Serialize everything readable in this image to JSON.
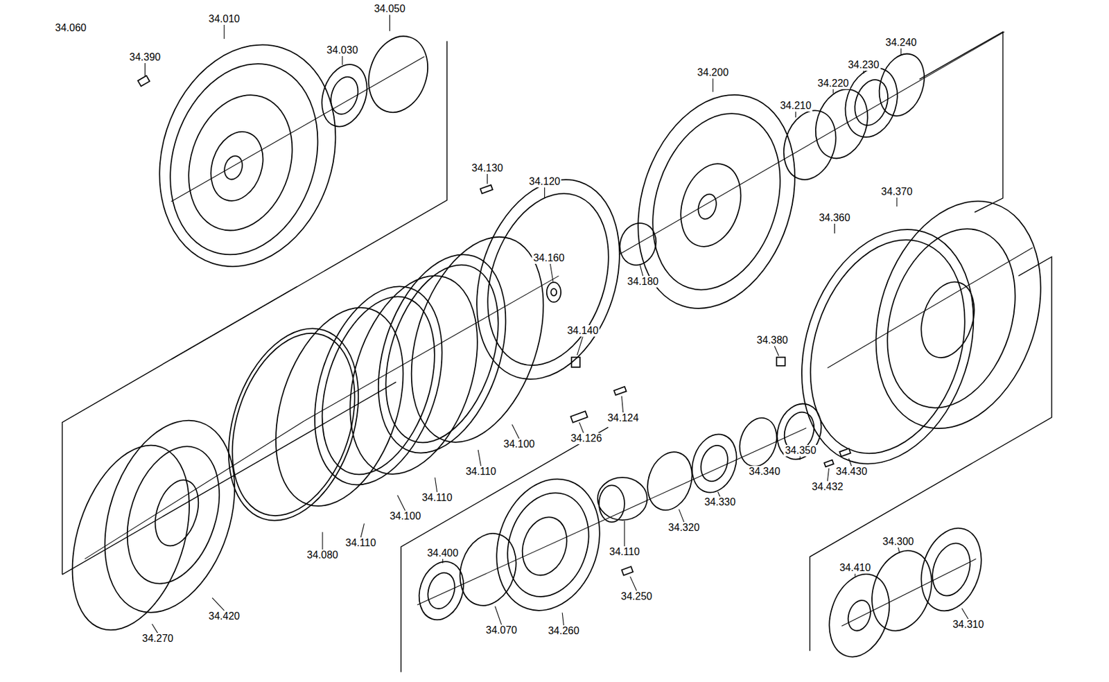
{
  "diagram": {
    "labels": [
      "34.010",
      "34.050",
      "34.390",
      "34.030",
      "34.240",
      "34.230",
      "34.220",
      "34.200",
      "34.210",
      "34.130",
      "34.120",
      "34.370",
      "34.360",
      "34.160",
      "34.180",
      "34.140",
      "34.380",
      "34.124",
      "34.126",
      "34.100",
      "34.110",
      "34.350",
      "34.340",
      "34.430",
      "34.432",
      "34.330",
      "34.110",
      "34.320",
      "34.110",
      "34.100",
      "34.080",
      "34.110",
      "34.300",
      "34.410",
      "34.400",
      "34.250",
      "34.310",
      "34.420",
      "34.070",
      "34.260",
      "34.270",
      "34.060"
    ]
  }
}
